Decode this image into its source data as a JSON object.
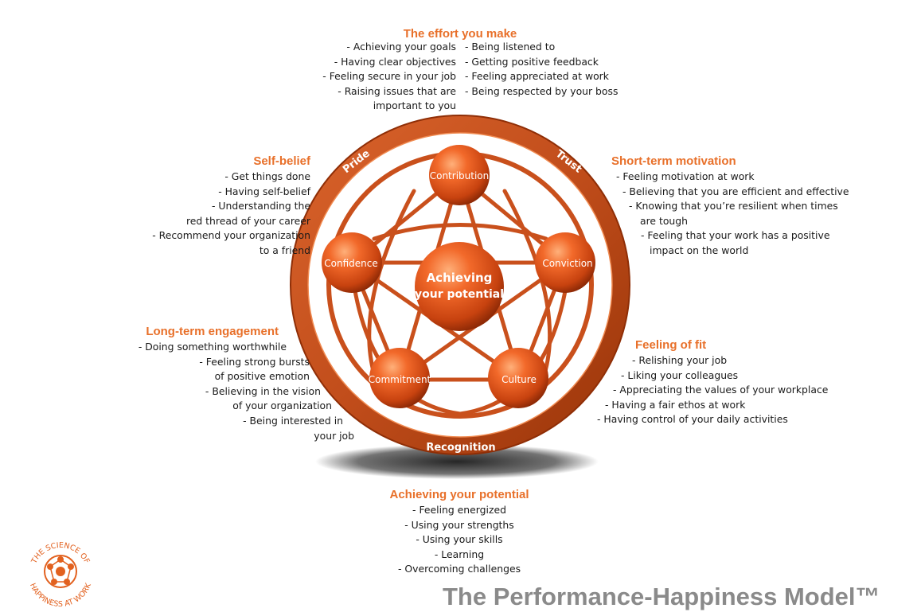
{
  "top": {
    "title": "The effort you make",
    "left_items": [
      "- Achieving your goals",
      "- Having clear objectives",
      "- Feeling secure in your job",
      "- Raising issues that are",
      "important to you"
    ],
    "right_items": [
      "- Being listened to",
      "- Getting positive feedback",
      "- Feeling appreciated at work",
      "- Being respected by your boss"
    ]
  },
  "self_belief": {
    "title": "Self-belief",
    "items": [
      "- Get things done",
      "- Having self-belief",
      "- Understanding the",
      "red thread of your career",
      "- Recommend your organization",
      "to a friend"
    ]
  },
  "short_term": {
    "title": "Short-term motivation",
    "items": [
      "- Feeling motivation at work",
      "- Believing that you are efficient and effective",
      "- Knowing that you’re resilient when times",
      "are tough",
      "- Feeling that your work has a positive",
      "impact on the world"
    ]
  },
  "long_term": {
    "title": "Long-term engagement",
    "items": [
      "- Doing something worthwhile",
      "- Feeling strong bursts",
      "of positive emotion",
      "- Believing in the vision",
      "of your organization",
      "- Being interested in",
      "your job"
    ]
  },
  "feeling_fit": {
    "title": "Feeling of fit",
    "items": [
      "- Relishing your job",
      "- Liking your colleagues",
      "- Appreciating the values of your workplace",
      "- Having a fair ethos at work",
      "- Having control of your daily activities"
    ]
  },
  "potential": {
    "title": "Achieving your potential",
    "items": [
      "- Feeling energized",
      "- Using your strengths",
      "- Using your skills",
      "- Learning",
      "- Overcoming challenges"
    ]
  },
  "diagram": {
    "ring_labels": [
      "Pride",
      "Trust",
      "Recognition"
    ],
    "center_label": [
      "Achieving",
      "your potential"
    ],
    "nodes": [
      "Contribution",
      "Conviction",
      "Culture",
      "Commitment",
      "Confidence"
    ],
    "accent": "#d8561a"
  },
  "logo": {
    "text_top": "THE SCIENCE OF",
    "text_bottom": "HAPPINESS AT WORK"
  },
  "model_title": "The Performance-Happiness Model™"
}
